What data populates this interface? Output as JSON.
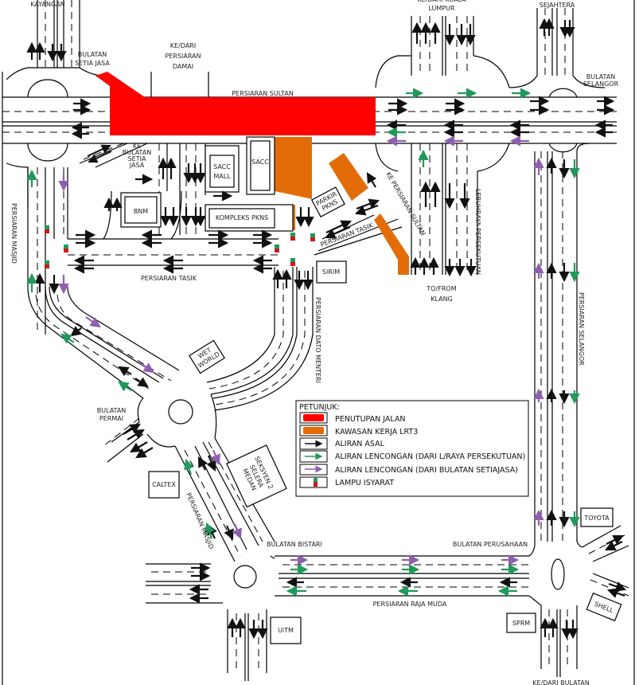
{
  "colors": {
    "closure": "#ff0000",
    "lrt3_work": "#e36c09",
    "original_flow": "#111111",
    "detour_federal": "#1f9a5a",
    "detour_setiajasa": "#8e5fb0",
    "signal_green": "#1f9a5a",
    "signal_red": "#d01818"
  },
  "labels": {
    "kayangan": "KAYANGAN",
    "bulatan_setia_jasa": [
      "BULATAN",
      "SETIA JASA"
    ],
    "ke_dari_persiaran_damai": [
      "KE/DARI",
      "PERSIARAN",
      "DAMAI"
    ],
    "persiaran_sultan": "PERSIARAN SULTAN",
    "kuala_lumpur": [
      "KE/DARI KUALA",
      "LUMPUR"
    ],
    "sejahtera": "SEJAHTERA",
    "bulatan_selangor": [
      "BULATAN",
      "SELANGOR"
    ],
    "ke_bulatan_setia_jasa": [
      "KE",
      "BULATAN",
      "SETIA",
      "JASA"
    ],
    "ke_persiaran_sultan": "KE PERSIARAN SULTAN",
    "lebuhraya_persekutuan": "LEBUHRAYA PERSEKUTUAN",
    "persiaran_masjid_left": "PERSIARAN MASJID",
    "persiaran_tasik_main": "PERSIARAN TASIK",
    "persiaran_tasik_diag": "PERSIARAN TASIK",
    "to_from_klang": [
      "TO/FROM",
      "KLANG"
    ],
    "persiaran_dato_menteri": "PERSIARAN DATO MENTERI",
    "persiaran_selangor": "PERSIARAN SELANGOR",
    "bulatan_permai": [
      "BULATAN",
      "PERMAI"
    ],
    "persiaran_masjid_lower": "PERSIARAN MASJID",
    "bulatan_bistari": "BULATAN BISTARI",
    "bulatan_perusahaan": "BULATAN PERUSAHAAN",
    "persiaran_raja_muda": "PERSIARAN RAJA MUDA",
    "ke_dari_bulatan": "KE/DARI BULATAN"
  },
  "buildings": {
    "sacc_mall": [
      "SACC",
      "MALL"
    ],
    "sacc": "SACC",
    "bnm": "BNM",
    "kompleks_pkns": "KOMPLEKS PKNS",
    "parkir_pkns": [
      "PARKIR",
      "PKNS"
    ],
    "sirim": "SIRIM",
    "wet_world": [
      "WET",
      "WORLD"
    ],
    "medan_selera": [
      "MEDAN",
      "SELERA",
      "SEKSYEN 2"
    ],
    "caltex": "CALTEX",
    "uitm": "UiTM",
    "toyota": "TOYOTA",
    "sprm": "SPRM",
    "shell": "SHELL"
  },
  "legend": {
    "title": "PETUNJUK:",
    "items": [
      {
        "key": "closure",
        "label": "PENUTUPAN JALAN"
      },
      {
        "key": "lrt3",
        "label": "KAWASAN KERJA LRT3"
      },
      {
        "key": "original",
        "label": "ALIRAN ASAL"
      },
      {
        "key": "detour_federal",
        "label": "ALIRAN LENCONGAN (DARI L/RAYA PERSEKUTUAN)"
      },
      {
        "key": "detour_setiajasa",
        "label": "ALIRAN LENCONGAN (DARI BULATAN SETIAJASA)"
      },
      {
        "key": "signal",
        "label": "LAMPU ISYARAT"
      }
    ]
  }
}
